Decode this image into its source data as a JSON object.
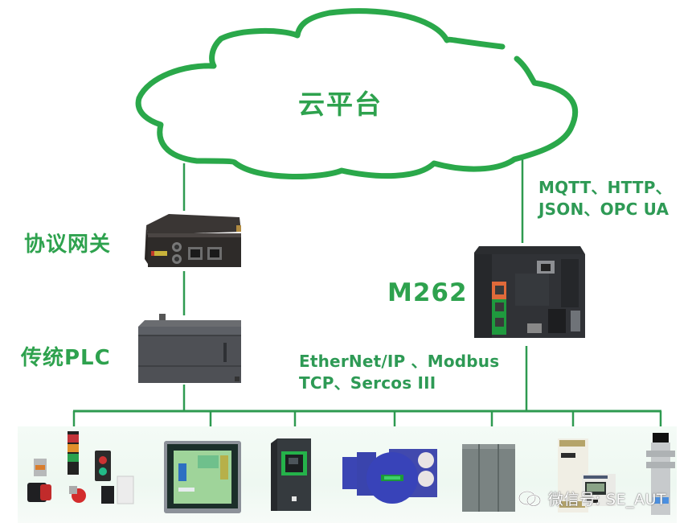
{
  "cloud": {
    "label": "云平台",
    "stroke_color": "#2aa84a"
  },
  "nodes": {
    "gateway": {
      "label": "协议网关",
      "device": "gateway-device"
    },
    "legacy_plc": {
      "label": "传统PLC",
      "device": "plc-device"
    },
    "m262": {
      "label": "M262",
      "device": "m262-controller"
    }
  },
  "protocols": {
    "cloud_link": [
      "MQTT、HTTP、",
      "JSON、OPC UA"
    ],
    "fieldbus": [
      "EtherNet/IP 、Modbus",
      "TCP、Sercos III"
    ]
  },
  "field_devices": [
    {
      "name": "pilot-lights-pushbuttons"
    },
    {
      "name": "hmi-touch-panel"
    },
    {
      "name": "variable-speed-drive"
    },
    {
      "name": "servo-motor"
    },
    {
      "name": "io-modules"
    },
    {
      "name": "energy-meter"
    },
    {
      "name": "proximity-sensor"
    }
  ],
  "watermark": {
    "text": "微信号: SE_AUT"
  },
  "colors": {
    "line": "#2e9a50",
    "text_green": "#2ea24e"
  }
}
